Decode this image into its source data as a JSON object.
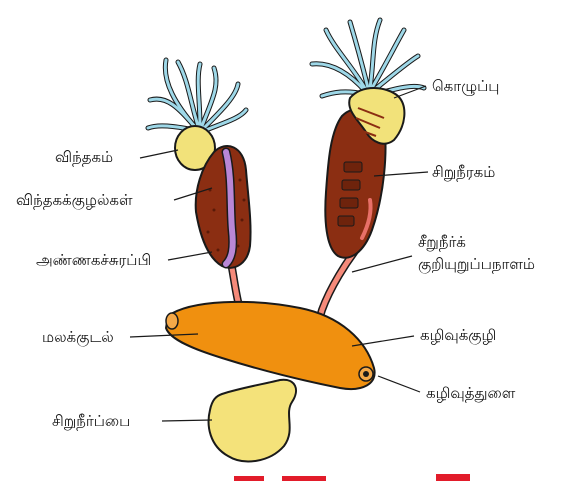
{
  "labels": {
    "testis": "விந்தகம்",
    "seminal_tubes": "விந்தகக்குழல்கள்",
    "prostate": "அண்ணகச்சுரப்பி",
    "rectum": "மலக்குடல்",
    "bladder": "சிறுநீர்ப்பை",
    "fat_body": "கொழுப்பு",
    "kidney": "சிறுநீரகம்",
    "ureter_line1": "சீறுநீர்க்",
    "ureter_line2": "குறியுறுப்பநாளம்",
    "cloaca": "கழிவுக்குழி",
    "cloacal_opening": "கழிவுத்துளை"
  },
  "colors": {
    "outline": "#1a1a1a",
    "fat_blue": "#9ed8e8",
    "yellow": "#f2e27a",
    "brown": "#8b2e12",
    "purple": "#b987d6",
    "orange": "#f0900f",
    "duct_pink": "#f58a7a",
    "bladder_yellow": "#f4e27a",
    "accent_red": "#e21c2a"
  }
}
